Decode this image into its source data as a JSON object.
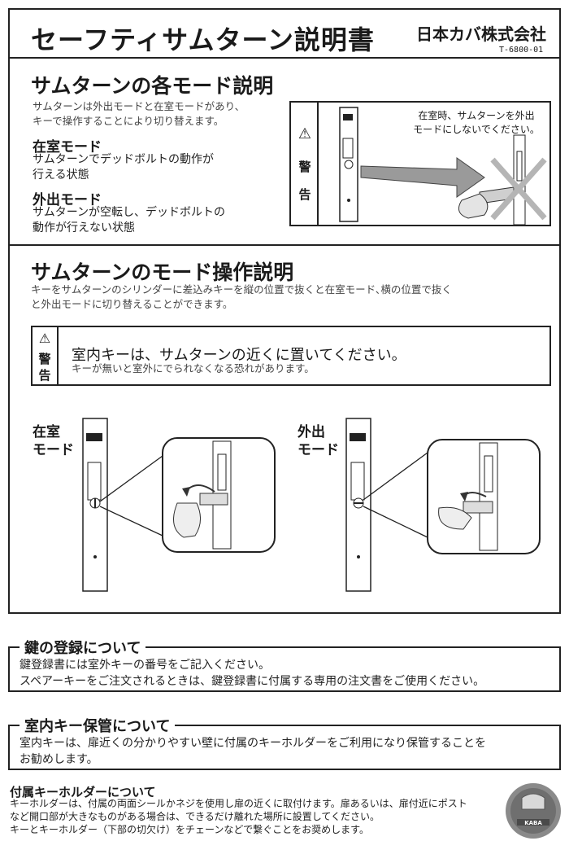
{
  "header": {
    "title": "セーフティサムターン説明書",
    "maker": "日本カバ株式会社",
    "doc_no": "T-6800-01"
  },
  "section1": {
    "title": "サムターンの各モード説明",
    "intro_line1": "サムターンは外出モードと在室モードがあり、",
    "intro_line2": "キーで操作することにより切り替えます。",
    "home_mode": {
      "label": "在室モード",
      "desc_line1": "サムターンでデッドボルトの動作が",
      "desc_line2": "行える状態"
    },
    "away_mode": {
      "label": "外出モード",
      "desc_line1": "サムターンが空転し、デッドボルトの",
      "desc_line2": "動作が行えない状態"
    },
    "warning": {
      "symbol": "⚠",
      "label_top": "警",
      "label_bottom": "告",
      "note_line1": "在室時、サムターンを外出",
      "note_line2": "モードにしないでください。"
    }
  },
  "section2": {
    "title": "サムターンのモード操作説明",
    "intro_line1": "キーをサムターンのシリンダーに差込みキーを縦の位置で抜くと在室モード､横の位置で抜く",
    "intro_line2": "と外出モードに切り替えることができます。",
    "warning": {
      "symbol": "⚠",
      "label_top": "警",
      "label_bottom": "告",
      "main": "室内キーは、サムターンの近くに置いてください。",
      "sub": "キーが無いと室外にでられなくなる恐れがあります。"
    },
    "figure_home_line1": "在室",
    "figure_home_line2": "モード",
    "figure_away_line1": "外出",
    "figure_away_line2": "モード"
  },
  "key_registration": {
    "title": "鍵の登録について",
    "line1": "鍵登録書には室外キーの番号をご記入ください。",
    "line2": "スペアーキーをご注文されるときは、鍵登録書に付属する専用の注文書をご使用ください。"
  },
  "indoor_key": {
    "title": "室内キー保管について",
    "line1": "室内キーは、扉近くの分かりやすい壁に付属のキーホルダーをご利用になり保管することを",
    "line2": "お勧めします。"
  },
  "key_holder": {
    "title": "付属キーホルダーについて",
    "line1": "キーホルダーは、付属の両面シールかネジを使用し扉の近くに取付けます。扉あるいは、扉付近にポスト",
    "line2": "など開口部が大きなものがある場合は、できるだけ離れた場所に設置してください。",
    "line3": "キーとキーホルダー（下部の切欠け）をチェーンなどで繋ぐことをお奨めします。",
    "logo_text": "KABA"
  }
}
